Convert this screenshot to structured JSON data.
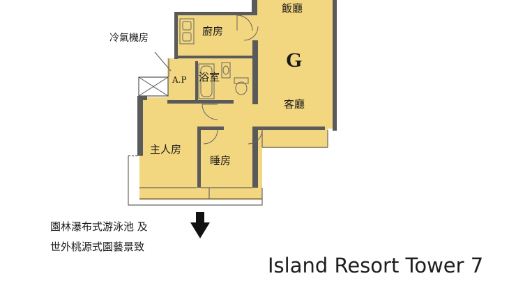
{
  "rooms": {
    "dining": "飯廳",
    "kitchen": "廚房",
    "ac_room": "冷氣機房",
    "ap": "A.P",
    "bathroom": "浴室",
    "living": "客廳",
    "master_bedroom": "主人房",
    "bedroom": "睡房"
  },
  "unit_label": "G",
  "description": {
    "line1": "園林瀑布式游泳池 及",
    "line2": "世外桃源式園藝景致"
  },
  "title": "Island Resort Tower 7",
  "colors": {
    "floor": "#f2d680",
    "wall": "#5a5a5a",
    "arrow": "#111111"
  },
  "icons": [
    "down-arrow-icon",
    "sink-icon",
    "bathtub-icon",
    "toilet-icon",
    "door-swing-icon"
  ]
}
